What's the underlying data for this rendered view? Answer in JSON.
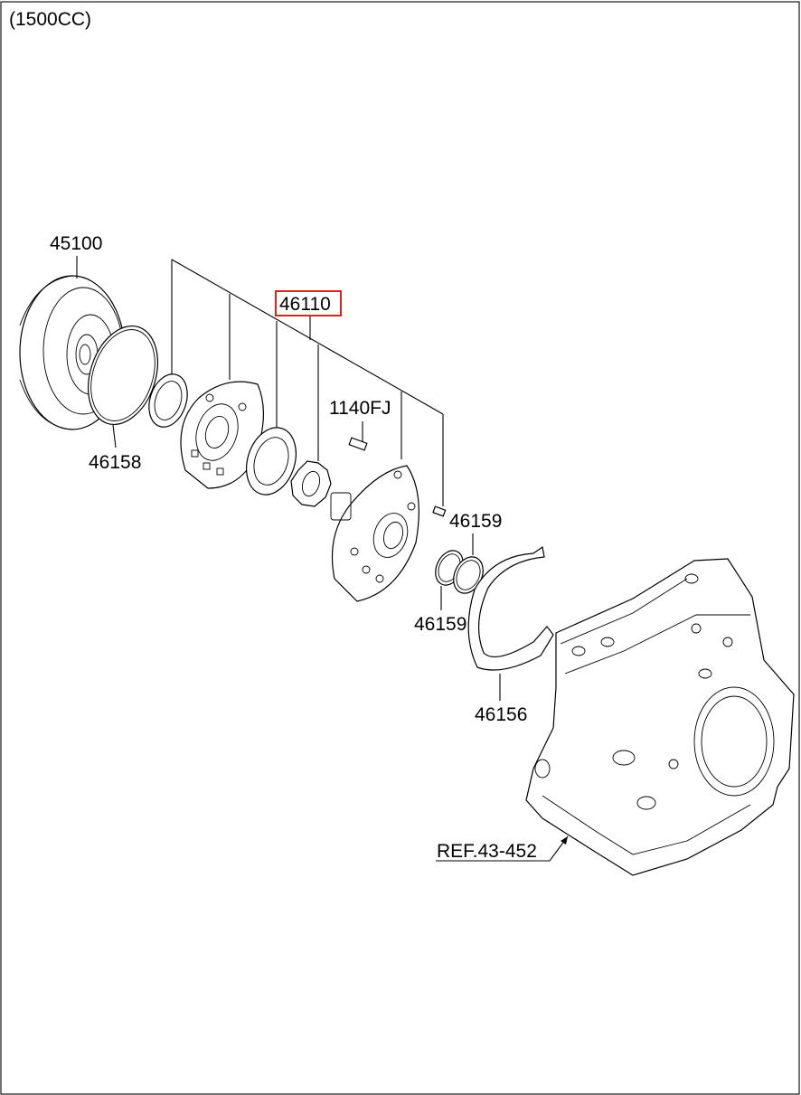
{
  "diagram": {
    "variant_label": "(1500CC)",
    "parts": {
      "torque_converter": "45100",
      "oring_large": "46158",
      "oil_pump_assy": "46110",
      "bolt": "1140FJ",
      "seal_ring_upper": "46159",
      "seal_ring_lower": "46159",
      "gasket": "46156",
      "case_reference": "REF.43-452"
    },
    "highlight_color": "#e02020"
  }
}
